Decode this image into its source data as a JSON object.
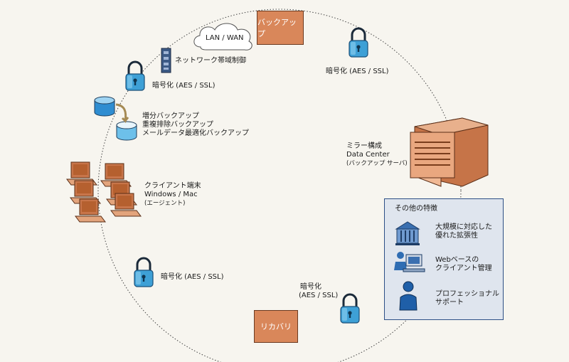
{
  "nodes": {
    "backup": "バックアップ",
    "recovery": "リカバリ",
    "cloud": "LAN / WAN",
    "bandwidth": "ネットワーク帯域制御",
    "encrypt_top_right": "暗号化 (AES / SSL)",
    "encrypt_left": "暗号化 (AES / SSL)",
    "encrypt_bottom_left": "暗号化 (AES / SSL)",
    "encrypt_bottom_right": [
      "暗号化",
      "(AES / SSL)"
    ],
    "backup_types": [
      "増分バックアップ",
      "重複排除バックアップ",
      "メールデータ最適化バックアップ"
    ],
    "datacenter": [
      "ミラー構成",
      "Data Center",
      "(バックアップ サーバ)"
    ],
    "clients": [
      "クライアント端末",
      "Windows / Mac",
      "(エージェント)"
    ]
  },
  "features": {
    "title": "その他の特徴",
    "items": [
      {
        "icon": "building-icon",
        "text": [
          "大規模に対応した",
          "優れた拡張性"
        ]
      },
      {
        "icon": "operator-computer-icon",
        "text": [
          "Webベースの",
          "クライアント管理"
        ]
      },
      {
        "icon": "person-icon",
        "text": [
          "プロフェッショナル",
          "サポート"
        ]
      }
    ]
  },
  "colors": {
    "orange": "#d9875a",
    "lock_blue": "#3ea0d6",
    "panel_border": "#2d4f86",
    "panel_bg": "#dfe5ee"
  }
}
